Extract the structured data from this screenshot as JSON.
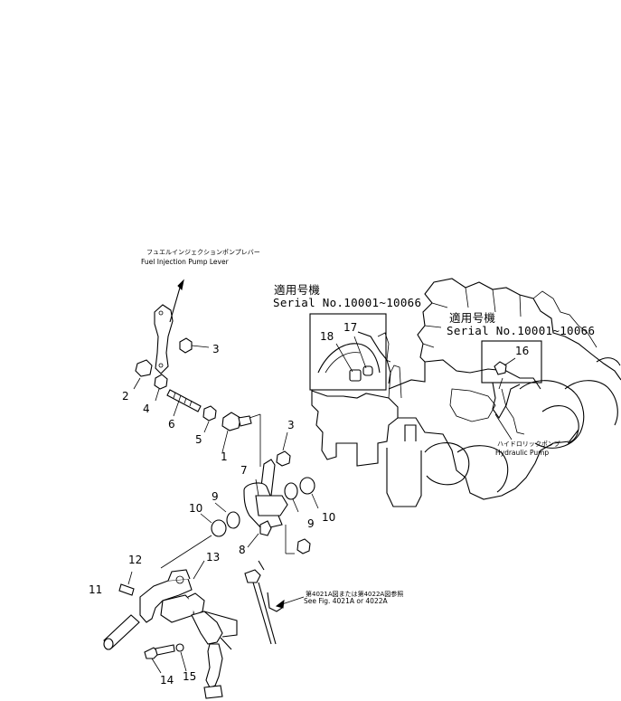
{
  "callouts": {
    "fuel_lever_jp": "フュエルインジェクションポンプレバー",
    "fuel_lever_en": "Fuel Injection Pump Lever",
    "hydraulic_pump_jp": "ハイドロリックポンプ",
    "hydraulic_pump_en": "Hydraulic Pump",
    "see_fig_jp": "第4021A図または第4022A図参照",
    "see_fig_en": "See Fig. 4021A or 4022A"
  },
  "serial_boxes": [
    {
      "jp": "適用号機",
      "serial": "Serial No.10001~10066"
    },
    {
      "jp": "適用号機",
      "serial": "Serial No.10001~10066"
    }
  ],
  "part_numbers": {
    "p1": "1",
    "p2": "2",
    "p3a": "3",
    "p3b": "3",
    "p4": "4",
    "p5": "5",
    "p6": "6",
    "p7": "7",
    "p8": "8",
    "p9a": "9",
    "p9b": "9",
    "p10a": "10",
    "p10b": "10",
    "p11": "11",
    "p12": "12",
    "p13": "13",
    "p14": "14",
    "p15": "15",
    "p16": "16",
    "p17": "17",
    "p18": "18"
  }
}
